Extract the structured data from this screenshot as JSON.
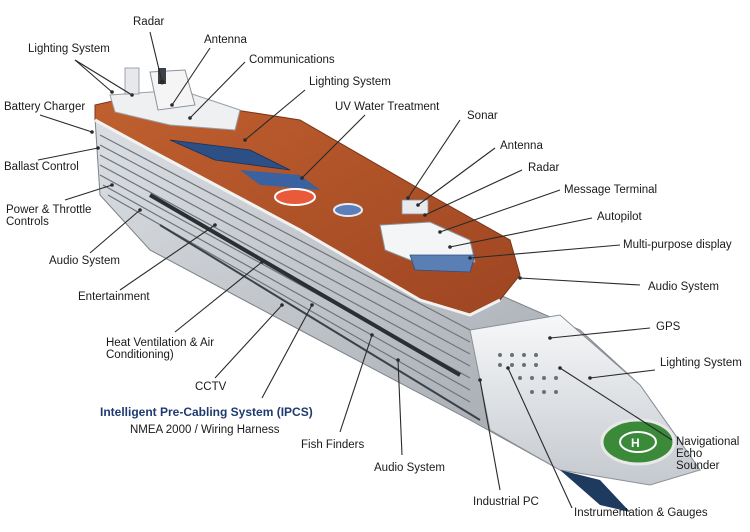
{
  "labels": {
    "radar_top": "Radar",
    "lighting_top_left": "Lighting System",
    "antenna_top": "Antenna",
    "communications": "Communications",
    "lighting_top_mid": "Lighting System",
    "uv_water": "UV Water Treatment",
    "battery_charger": "Battery Charger",
    "ballast_control": "Ballast Control",
    "power_throttle": "Power & Throttle Controls",
    "audio_left": "Audio System",
    "entertainment": "Entertainment",
    "heat_ventilation": "Heat Ventilation & Air Conditioning)",
    "cctv": "CCTV",
    "sonar": "Sonar",
    "antenna_right": "Antenna",
    "radar_right": "Radar",
    "message_terminal": "Message Terminal",
    "autopilot": "Autopilot",
    "multi_display": "Multi-purpose display",
    "audio_right": "Audio System",
    "gps": "GPS",
    "lighting_right": "Lighting System",
    "nav_echo": "Navigational Echo Sounder",
    "instrumentation": "Instrumentation & Gauges",
    "industrial_pc": "Industrial PC",
    "audio_bottom": "Audio System",
    "fish_finders": "Fish Finders"
  },
  "ipcs": {
    "title": "Intelligent Pre-Cabling System (IPCS)",
    "subtitle": "NMEA 2000 / Wiring Harness"
  },
  "colors": {
    "deck": "#b5532a",
    "hull": "#eef0f2",
    "hull_shadow": "#c9ced4",
    "window_band": "#8a8f96",
    "pool": "#2c4f86",
    "helipad": "#3a8a3a",
    "ipcs_title": "#1f3a6e"
  }
}
